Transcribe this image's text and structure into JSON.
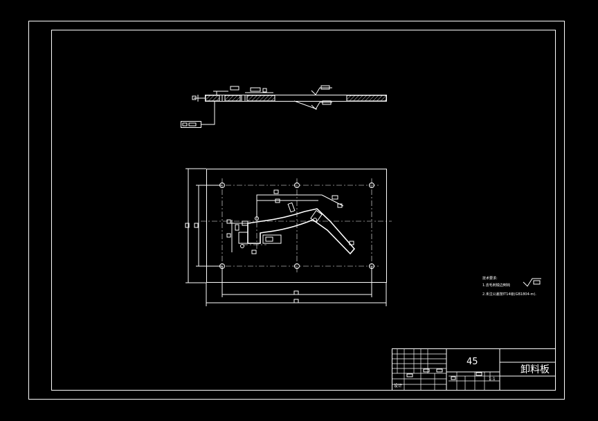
{
  "drawing": {
    "background": "#000000",
    "line_color": "#ffffff"
  },
  "title_block": {
    "material": "45",
    "part_name": "卸料板",
    "scale": "1:1",
    "designer_label": "设计"
  },
  "notes": {
    "heading": "技术要求:",
    "line1": "1.去毛刺锐边倒钝",
    "line2": "2.未注公差按IT14级(GB1804-m)."
  }
}
